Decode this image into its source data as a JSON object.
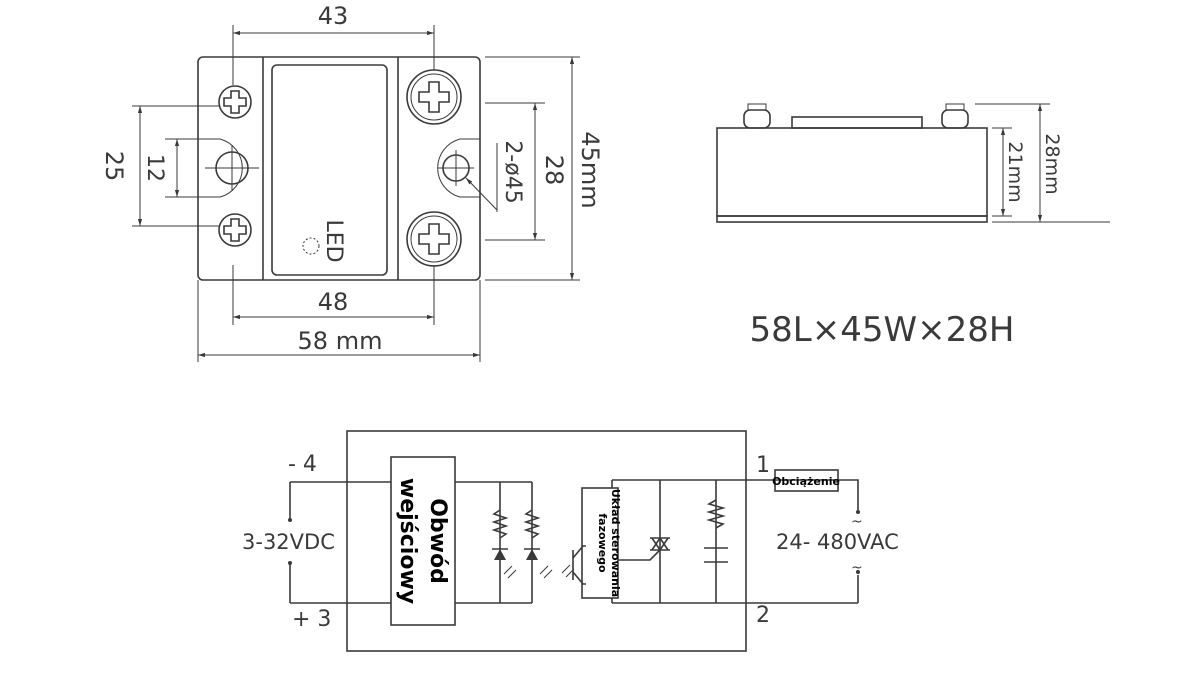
{
  "top_view": {
    "dim_width_screws": "43",
    "dim_width_holes": "48",
    "dim_total_length": "58 mm",
    "dim_left_screw_pitch": "25",
    "dim_left_tab": "12",
    "dim_right_screw_pitch": "28",
    "dim_total_width": "45mm",
    "hole_spec": "2-ø45",
    "led_label": "LED"
  },
  "side_view": {
    "dim_body_height": "21mm",
    "dim_total_height": "28mm"
  },
  "size_caption": "58L×45W×28H",
  "circuit": {
    "terminal_4": "-  4",
    "terminal_3": "+  3",
    "terminal_1": "1",
    "terminal_2": "2",
    "input_voltage": "3-32VDC",
    "output_voltage": "24- 480VAC",
    "input_block_line1": "Obwód",
    "input_block_line2": "wejściowy",
    "phase_block_line1": "Układ sterowania",
    "phase_block_line2": "fazowego",
    "load_label": "Obciążenie",
    "ac_symbol_top": "~",
    "ac_symbol_bottom": "~"
  }
}
